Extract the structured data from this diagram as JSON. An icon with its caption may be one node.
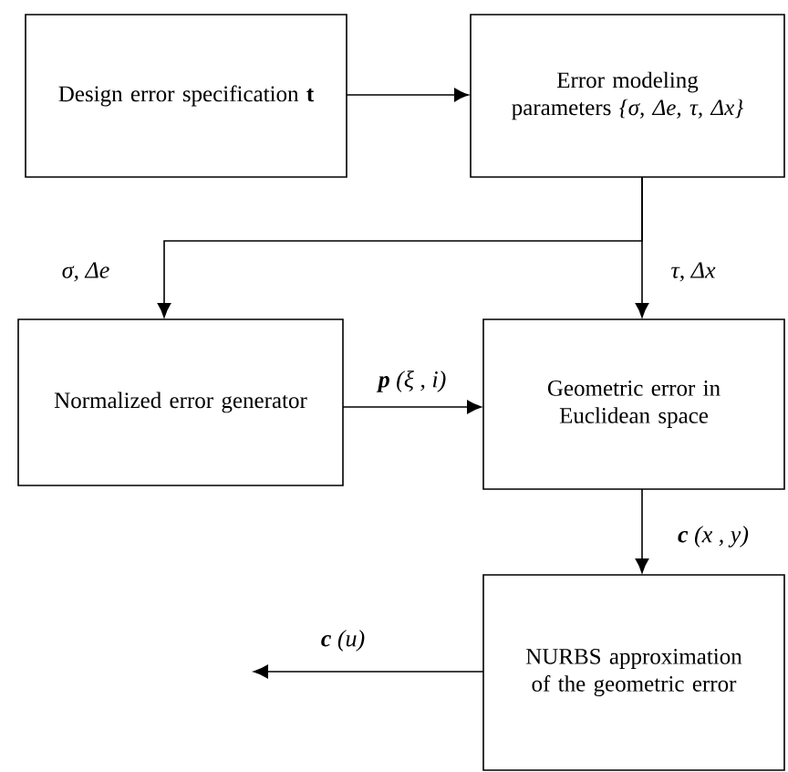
{
  "diagram": {
    "nodes": [
      {
        "text": [
          "Design error specification **t**"
        ]
      },
      {
        "text": [
          "Error modeling parameters *{σ, Δe, τ, Δx}*"
        ]
      },
      {
        "text": [
          "Normalized error generator"
        ]
      },
      {
        "text": [
          "Geometric error in Euclidean space"
        ]
      },
      {
        "text": [
          "NURBS approximation of the geometric error"
        ]
      }
    ],
    "edges": [
      {
        "from": 0,
        "to": 1,
        "arrow": "to"
      },
      {
        "from": 1,
        "to": 2,
        "arrow": "to",
        "label": "σ, Δe"
      },
      {
        "from": 1,
        "to": 3,
        "arrow": "to",
        "label": "τ, Δx"
      },
      {
        "from": 2,
        "to": 3,
        "arrow": "to",
        "label": "**p** (ξ , i)"
      },
      {
        "from": 3,
        "to": 4,
        "arrow": "to",
        "label": "**c** (x , y)"
      },
      {
        "from": 4,
        "to": null,
        "arrow": "to",
        "label": "**c** (u)"
      }
    ]
  }
}
